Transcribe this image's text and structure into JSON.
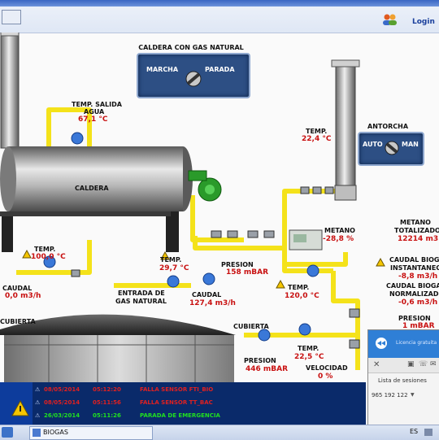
{
  "header": {
    "login": "Login"
  },
  "boiler_switch": {
    "title": "CALDERA CON GAS NATURAL",
    "left": "MARCHA",
    "right": "PARADA"
  },
  "torch_switch": {
    "title": "ANTORCHA",
    "left": "AUTO",
    "right": "MAN"
  },
  "labels": {
    "caldera": "CALDERA",
    "temp_salida": "TEMP. SALIDA",
    "agua": "AGUA",
    "temp_salida_val": "67,1 °C",
    "temp_antorcha": "TEMP.",
    "temp_antorcha_val": "22,4 °C",
    "temp_caldera": "TEMP.",
    "temp_caldera_val": "100,0 °C",
    "caudal_left": "CAUDAL",
    "caudal_left_val": "0,0 m3/h",
    "entrada": "ENTRADA DE",
    "gas_natural": "GAS NATURAL",
    "temp_mid": "TEMP.",
    "temp_mid_val": "29,7 °C",
    "caudal_mid": "CAUDAL",
    "caudal_mid_val": "127,4 m3/h",
    "presion_mid": "PRESION",
    "presion_mid_val": "158 mBAR",
    "metano": "METANO",
    "metano_val": "-28,8 %",
    "temp_right": "TEMP.",
    "temp_right_val": "120,0 °C",
    "metano_tot": "METANO",
    "totalizado": "TOTALIZADO",
    "metano_tot_val": "12214 m3",
    "caudal_biogas": "CAUDAL BIOGAS",
    "instantaneo": "INSTANTANEO",
    "caudal_biogas_val": "-8,8 m3/h",
    "caudal_biogas2": "CAUDAL BIOGAS",
    "normalizado": "NORMALIZADO",
    "caudal_biogas2_val": "-0,6 m3/h",
    "presion_right": "PRESION",
    "presion_right_val": "1 mBAR",
    "cubierta_left": "CUBIERTA",
    "cubierta_mid": "CUBIERTA",
    "presion_bottom": "PRESION",
    "presion_bottom_val": "446 mBAR",
    "temp_bottom": "TEMP.",
    "temp_bottom_val": "22,5 °C",
    "velocidad": "VELOCIDAD",
    "velocidad_val": "0 %"
  },
  "alarms": [
    {
      "date": "08/05/2014",
      "time": "05:12:20",
      "message": "FALLA SENSOR FTI_BIO",
      "color": "#e02020"
    },
    {
      "date": "08/05/2014",
      "time": "05:11:56",
      "message": "FALLA SENSOR TT_BAC",
      "color": "#e02020"
    },
    {
      "date": "26/03/2014",
      "time": "05:11:26",
      "message": "PARADA DE EMERGENCIA",
      "color": "#20e020"
    }
  ],
  "popup": {
    "header": "Licencia gratuita",
    "sessions": "Lista de sesiones",
    "number": "965 192 122"
  },
  "taskbar": {
    "app": "BIOGAS",
    "lang": "ES"
  }
}
